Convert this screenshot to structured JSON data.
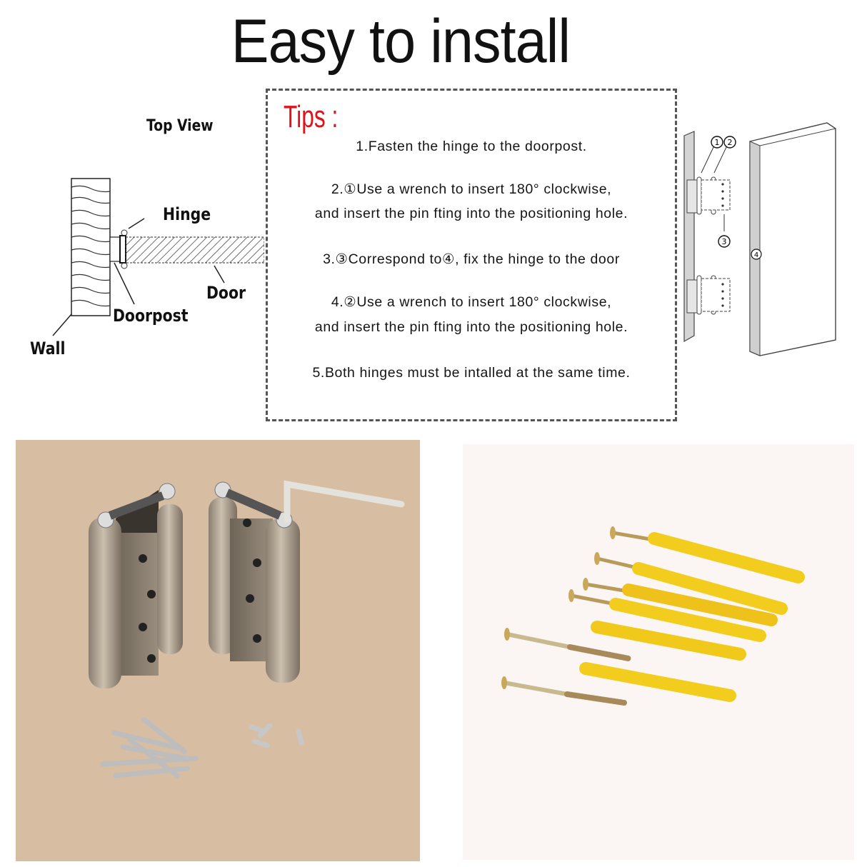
{
  "title": "Easy to install",
  "top_view": {
    "heading": "Top View",
    "labels": {
      "hinge": "Hinge",
      "door": "Door",
      "doorpost": "Doorpost",
      "wall": "Wall"
    }
  },
  "tips": {
    "heading": "Tips :",
    "lines": [
      "1.Fasten the hinge to the doorpost.",
      "2.①Use a wrench to insert 180° clockwise,",
      "and insert the pin fting into the positioning hole.",
      "3.③Correspond to④, fix the hinge to the door",
      "4.②Use a wrench to insert 180° clockwise,",
      "and insert the pin fting into the positioning hole.",
      "5.Both hinges must be intalled at the same time."
    ],
    "accent_color": "#e0121a"
  },
  "door_diagram": {
    "markers": [
      "①",
      "②",
      "③",
      "④"
    ]
  },
  "photos": {
    "hinges": {
      "subject": "two spring hinges with hex wrench, screws and pins",
      "background": "#d7bda2"
    },
    "screws": {
      "subject": "yellow wall plugs with brass screws",
      "background": "#fbf6f4",
      "plug_color": "#f5d21a"
    }
  }
}
